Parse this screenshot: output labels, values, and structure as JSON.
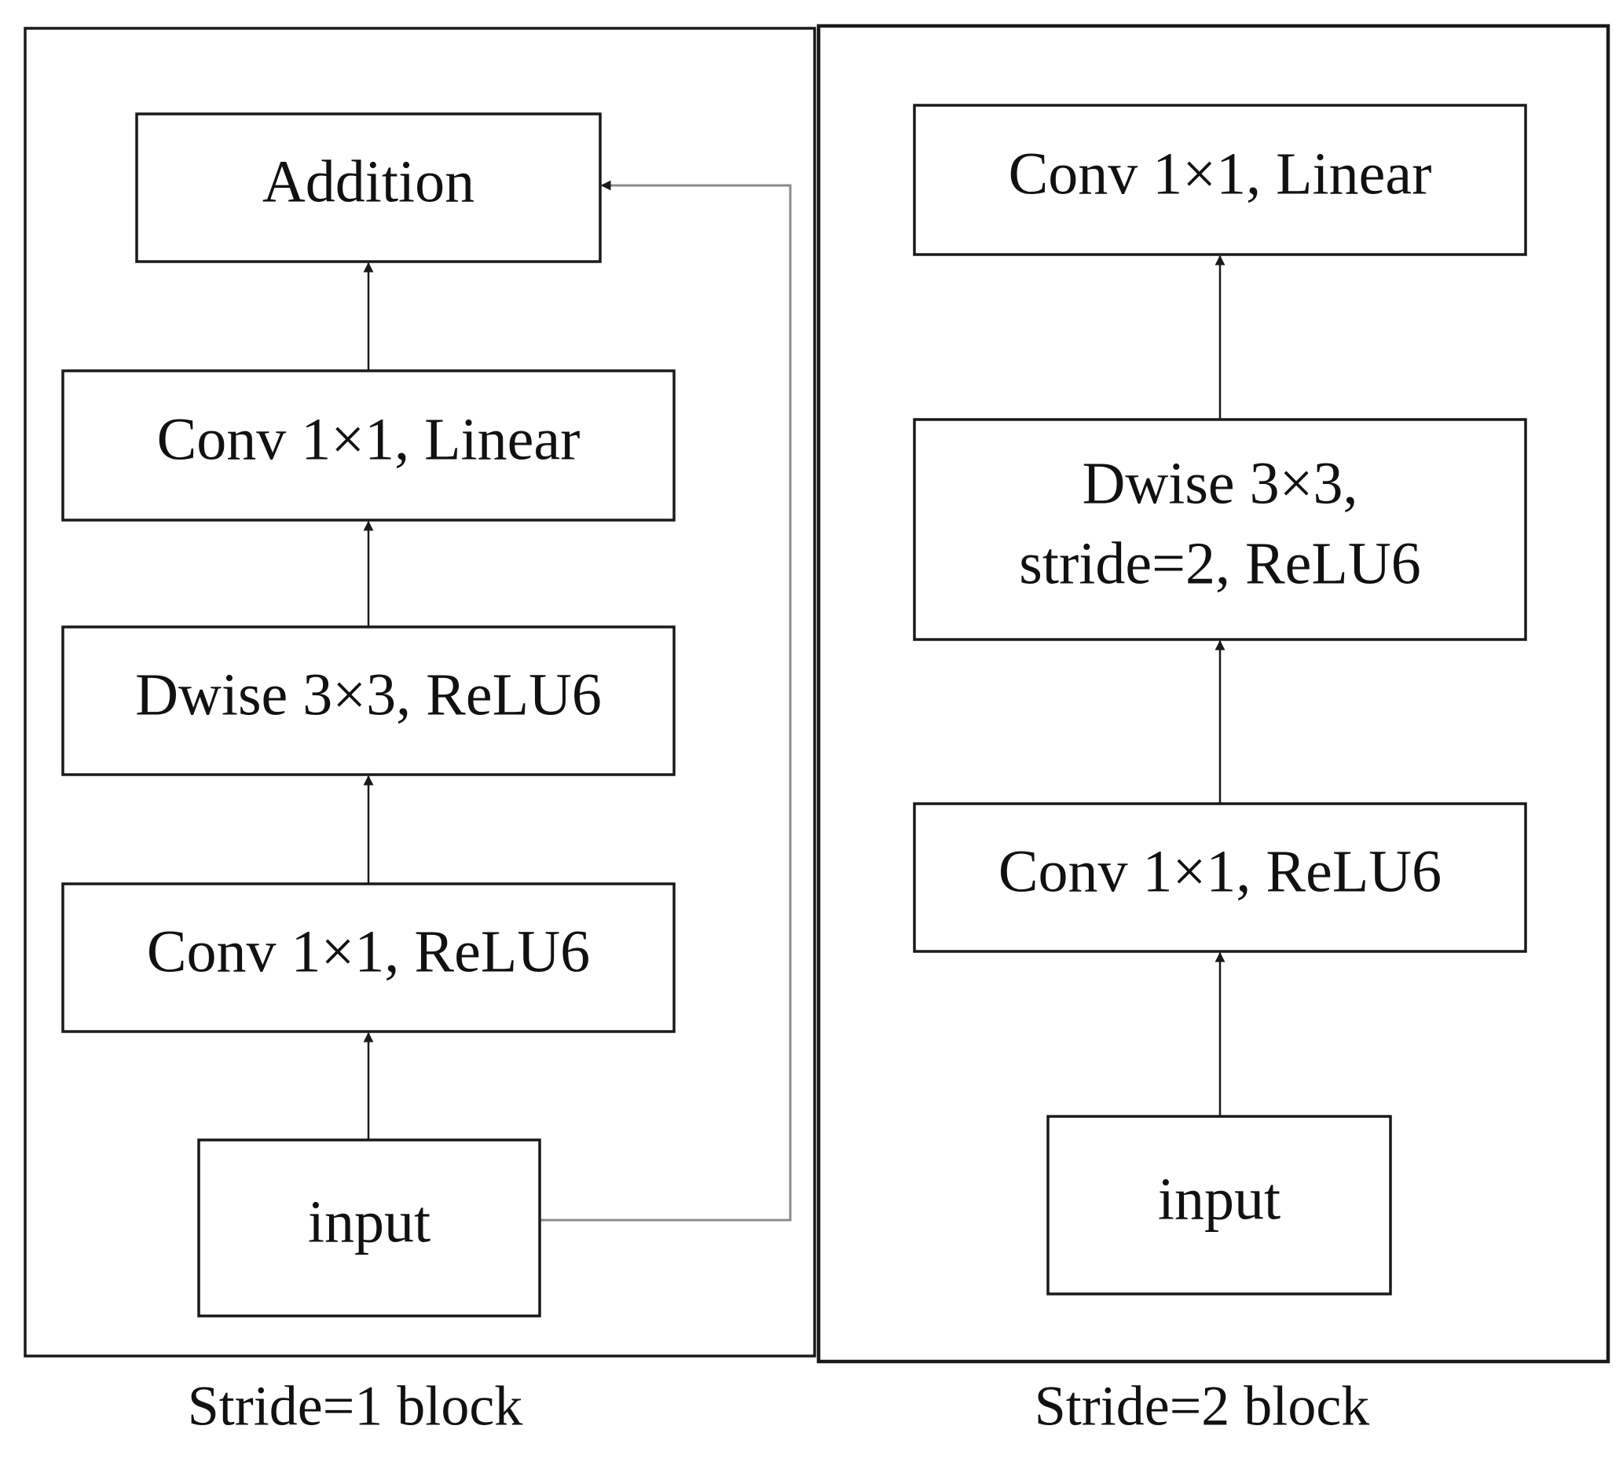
{
  "panels": [
    {
      "caption": "Stride=1 block",
      "nodes": [
        {
          "id": "s1-addition",
          "label": "Addition"
        },
        {
          "id": "s1-conv-linear",
          "label": "Conv 1×1, Linear"
        },
        {
          "id": "s1-dwise",
          "label": "Dwise 3×3, ReLU6"
        },
        {
          "id": "s1-conv-relu6",
          "label": "Conv 1×1, ReLU6"
        },
        {
          "id": "s1-input",
          "label": "input"
        }
      ],
      "edges": [
        {
          "from": "s1-input",
          "to": "s1-conv-relu6"
        },
        {
          "from": "s1-conv-relu6",
          "to": "s1-dwise"
        },
        {
          "from": "s1-dwise",
          "to": "s1-conv-linear"
        },
        {
          "from": "s1-conv-linear",
          "to": "s1-addition"
        },
        {
          "from": "s1-input",
          "to": "s1-addition",
          "kind": "skip"
        }
      ]
    },
    {
      "caption": "Stride=2 block",
      "nodes": [
        {
          "id": "s2-conv-linear",
          "label": "Conv 1×1, Linear"
        },
        {
          "id": "s2-dwise",
          "label": [
            "Dwise 3×3,",
            "stride=2, ReLU6"
          ]
        },
        {
          "id": "s2-conv-relu6",
          "label": "Conv 1×1, ReLU6"
        },
        {
          "id": "s2-input",
          "label": "input"
        }
      ],
      "edges": [
        {
          "from": "s2-input",
          "to": "s2-conv-relu6"
        },
        {
          "from": "s2-conv-relu6",
          "to": "s2-dwise"
        },
        {
          "from": "s2-dwise",
          "to": "s2-conv-linear"
        }
      ]
    }
  ]
}
